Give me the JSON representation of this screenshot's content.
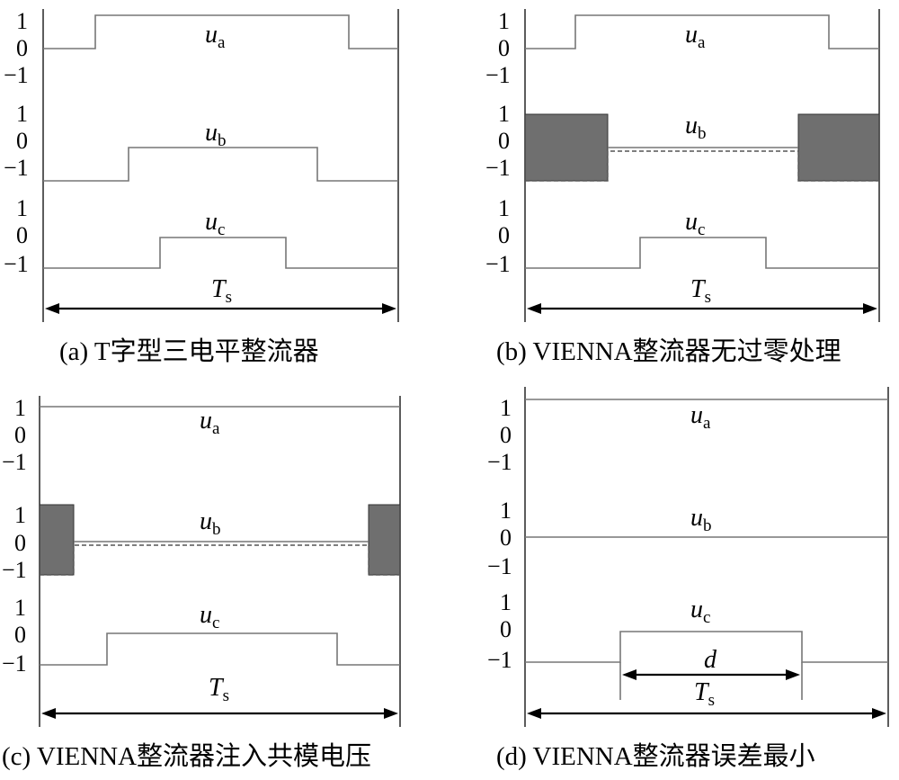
{
  "level_labels": {
    "one": "1",
    "zero": "0",
    "minus_one": "−1"
  },
  "signals": {
    "a": {
      "main": "u",
      "sub": "a"
    },
    "b": {
      "main": "u",
      "sub": "b"
    },
    "c": {
      "main": "u",
      "sub": "c"
    }
  },
  "period": {
    "main": "T",
    "sub": "s"
  },
  "duration_label": "d",
  "panels": [
    {
      "id": "a",
      "caption": "(a)  T字型三电平整流器"
    },
    {
      "id": "b",
      "caption": "(b)  VIENNA整流器无过零处理"
    },
    {
      "id": "c",
      "caption": "(c) VIENNA整流器注入共模电压"
    },
    {
      "id": "d",
      "caption": "(d)  VIENNA整流器误差最小"
    }
  ],
  "colors": {
    "waveform": "#777777",
    "shaded_block": "#6f6f6f",
    "arrow": "#000000"
  }
}
